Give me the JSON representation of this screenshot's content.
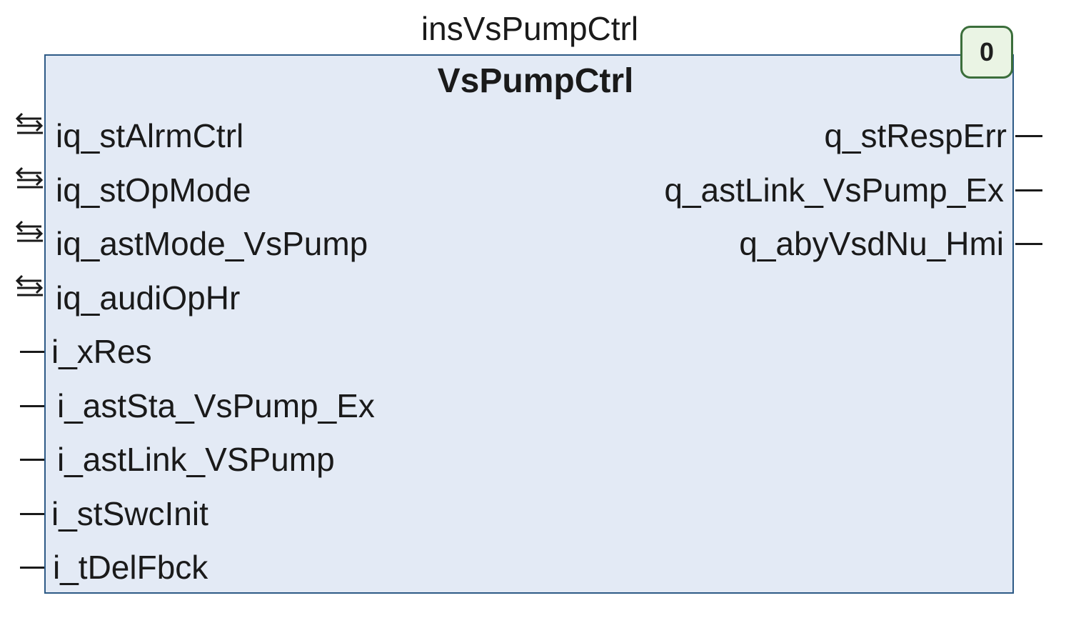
{
  "block": {
    "instance_name": "insVsPumpCtrl",
    "type_name": "VsPumpCtrl",
    "execution_order": "0"
  },
  "inout_pins": [
    {
      "label": "iq_stAlrmCtrl"
    },
    {
      "label": "iq_stOpMode"
    },
    {
      "label": "iq_astMode_VsPump"
    },
    {
      "label": "iq_audiOpHr"
    }
  ],
  "input_pins": [
    {
      "label": "i_xRes"
    },
    {
      "label": "i_astSta_VsPump_Ex"
    },
    {
      "label": "i_astLink_VSPump"
    },
    {
      "label": "i_stSwcInit"
    },
    {
      "label": "i_tDelFbck"
    }
  ],
  "output_pins": [
    {
      "label": "q_stRespErr"
    },
    {
      "label": "q_astLink_VsPump_Ex"
    },
    {
      "label": "q_abyVsdNu_Hmi"
    }
  ],
  "colors": {
    "block_fill": "#e3eaf5",
    "block_border": "#2d5a86",
    "badge_fill": "#eaf4e4",
    "badge_border": "#3b6e3b"
  }
}
